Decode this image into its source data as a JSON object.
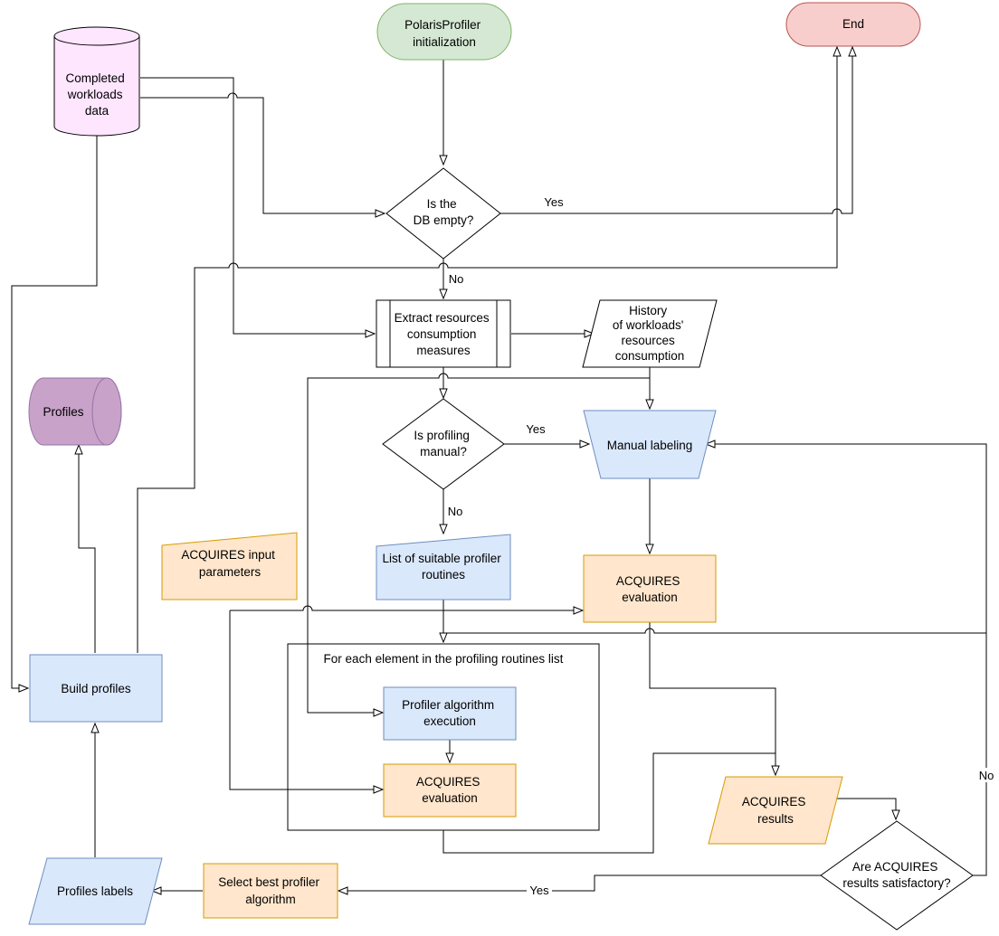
{
  "colors": {
    "green_fill": "#d5e8d4",
    "green_stroke": "#82b366",
    "red_fill": "#f8cecc",
    "red_stroke": "#b85450",
    "pink_fill": "#ffe6ff",
    "purple_fill": "#c8a2c8",
    "purple_stroke": "#9673a6",
    "blue_fill": "#dae8fc",
    "blue_stroke": "#6c8ebf",
    "orange_fill": "#ffe6cc",
    "orange_stroke": "#d79b00"
  },
  "nodes": {
    "start": [
      "PolarisProfiler",
      "initialization"
    ],
    "end": [
      "End"
    ],
    "db": [
      "Completed",
      "workloads",
      "data"
    ],
    "profiles_db": [
      "Profiles"
    ],
    "db_empty": [
      "Is the",
      "DB empty?"
    ],
    "extract": [
      "Extract resources",
      "consumption",
      "measures"
    ],
    "history": [
      "History",
      "of workloads'",
      "resources",
      "consumption"
    ],
    "profiling_manual": [
      "Is profiling",
      "manual?"
    ],
    "manual_labeling": [
      "Manual labeling"
    ],
    "profiler_list": [
      "List of suitable profiler",
      "routines"
    ],
    "acq_params": [
      "ACQUIRES input",
      "parameters"
    ],
    "acq_eval_top": [
      "ACQUIRES",
      "evaluation"
    ],
    "loop_title": [
      "For each element in the profiling routines list"
    ],
    "profiler_exec": [
      "Profiler algorithm",
      "execution"
    ],
    "acq_eval_loop": [
      "ACQUIRES",
      "evaluation"
    ],
    "build_profiles": [
      "Build profiles"
    ],
    "acq_results": [
      "ACQUIRES",
      "results"
    ],
    "satisfactory": [
      "Are ACQUIRES",
      "results satisfactory?"
    ],
    "select_best": [
      "Select best profiler",
      "algorithm"
    ],
    "profiles_labels": [
      "Profiles labels"
    ]
  },
  "edge_labels": {
    "db_empty_yes": "Yes",
    "db_empty_no": "No",
    "manual_yes": "Yes",
    "manual_no": "No",
    "satisfactory_no": "No",
    "satisfactory_yes": "Yes"
  }
}
